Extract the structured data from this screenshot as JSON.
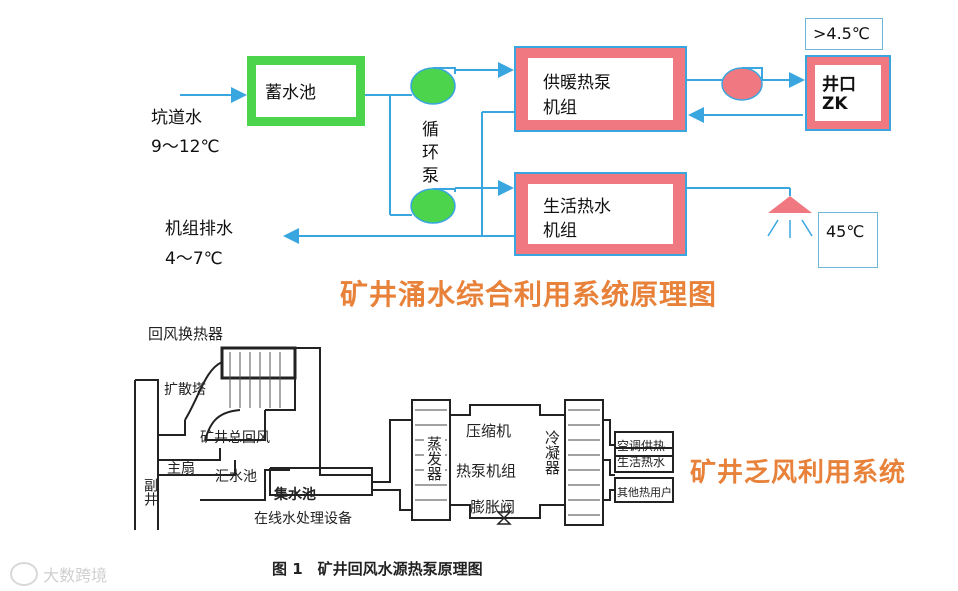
{
  "top": {
    "title": "矿井涌水综合利用系统原理图",
    "storage_tank": "蓄水池",
    "inflow_label": "坑道水",
    "inflow_temp": "9～12℃",
    "outflow_label": "机组排水",
    "outflow_temp": "4～7℃",
    "pump_label": [
      "循",
      "环",
      "泵"
    ],
    "heating_unit": [
      "供暖热泵",
      "机组"
    ],
    "hotwater_unit": [
      "生活热水",
      "机组"
    ],
    "shaft_label": [
      "井口",
      "ZK"
    ],
    "shaft_temp": ">4.5℃",
    "shower_temp": "45℃",
    "colors": {
      "green": "#4cd44c",
      "red": "#f07880",
      "blue": "#3aa6df",
      "orange": "#e8823a"
    }
  },
  "bottom": {
    "title": "矿井乏风利用系统",
    "labels": {
      "return_exchanger": "回风换热器",
      "diffuser": "扩散塔",
      "total_return": "矿井总回风",
      "main_fan": "主扇",
      "sump": "汇水池",
      "collector": "集水池",
      "treatment": "在线水处理设备",
      "aux_shaft": "副井",
      "evaporator": "蒸发器",
      "compressor": "压缩机",
      "heat_pump": "热泵机组",
      "expansion": "膨胀阀",
      "condenser": "冷凝器",
      "ac_heating": "空调供热",
      "domestic_hot_water": "生活热水",
      "other_users": "其他热用户"
    },
    "caption": "图 1　矿井回风水源热泵原理图"
  },
  "watermark": "大数跨境"
}
